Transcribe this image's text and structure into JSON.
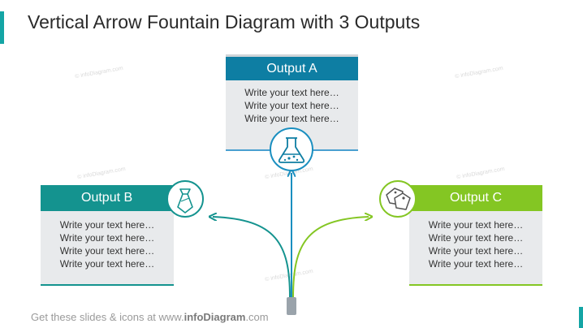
{
  "title": "Vertical Arrow Fountain Diagram with 3 Outputs",
  "watermark": "© infoDiagram.com",
  "outputs": {
    "a": {
      "label": "Output A",
      "lines": [
        "Write your text here…",
        "Write your text here…",
        "Write your text here…"
      ],
      "color": "#0e7ea3",
      "icon": "flask-icon"
    },
    "b": {
      "label": "Output B",
      "lines": [
        "Write your text here…",
        "Write your text here…",
        "Write your text here…",
        "Write your text here…"
      ],
      "color": "#14938f",
      "icon": "necktie-icon"
    },
    "c": {
      "label": "Output C",
      "lines": [
        "Write your text here…",
        "Write your text here…",
        "Write your text here…",
        "Write your text here…"
      ],
      "color": "#84c623",
      "icon": "price-tags-icon"
    }
  },
  "footer": {
    "prefix": "Get these slides & icons at www.",
    "brand": "infoDiagram",
    "suffix": ".com"
  },
  "colors": {
    "accent": "#14a5a5",
    "stem": "#9aa3ab",
    "arrow_a": "#1a8fc0",
    "arrow_b": "#14938f",
    "arrow_c": "#84c623"
  }
}
